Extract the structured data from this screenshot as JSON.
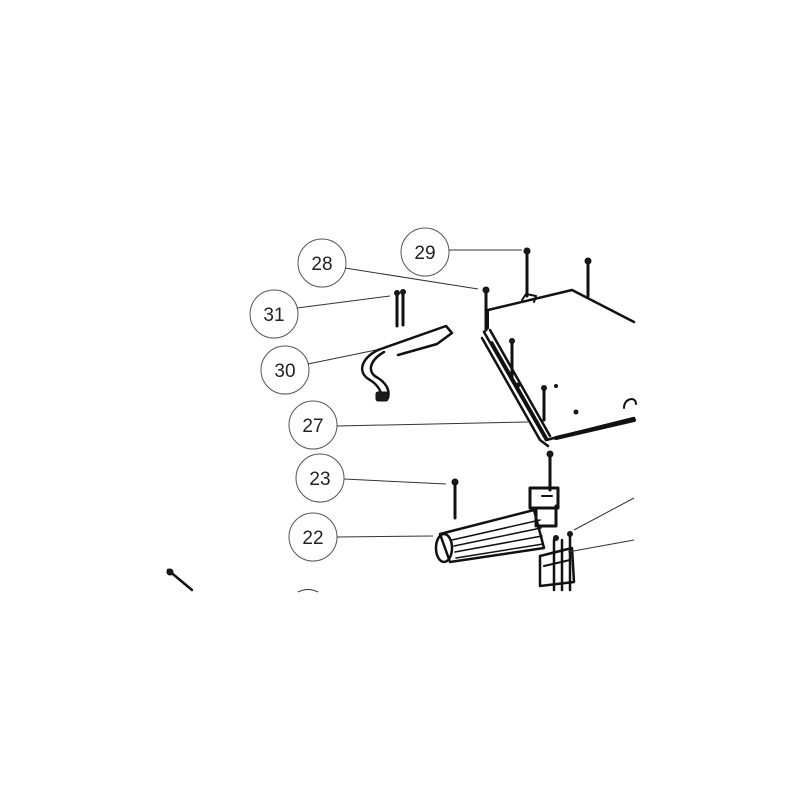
{
  "diagram": {
    "callouts": [
      {
        "id": "c29",
        "label": "29"
      },
      {
        "id": "c28",
        "label": "28"
      },
      {
        "id": "c31",
        "label": "31"
      },
      {
        "id": "c30",
        "label": "30"
      },
      {
        "id": "c27",
        "label": "27"
      },
      {
        "id": "c23",
        "label": "23"
      },
      {
        "id": "c22",
        "label": "22"
      }
    ]
  },
  "colors": {
    "line": "#111111",
    "background": "#ffffff"
  }
}
